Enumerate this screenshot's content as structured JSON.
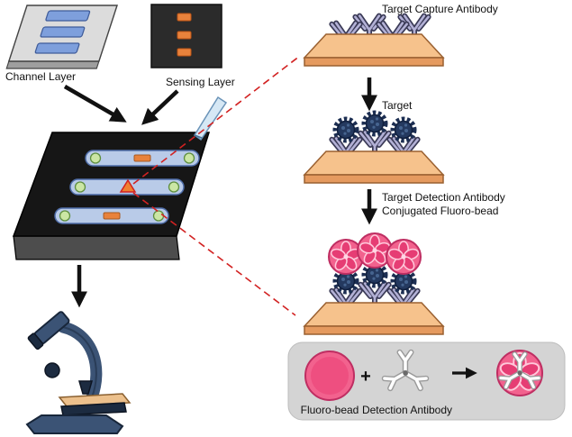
{
  "labels": {
    "channel_layer": "Channel Layer",
    "sensing_layer": "Sensing Layer",
    "target_capture_antibody": "Target Capture Antibody",
    "target": "Target",
    "detection_line1": "Target Detection Antibody",
    "detection_line2": "Conjugated Fluoro-bead",
    "fluoro_bead": "Fluoro-bead",
    "plus": "+",
    "detection_antibody": "Detection Antibody"
  },
  "colors": {
    "plate_top": "#f6c28c",
    "plate_front": "#e59a5f",
    "bead_pink": "#f2628e",
    "bead_edge": "#bf2e62",
    "petal_pink": "#e63d74",
    "target_navy": "#24395f",
    "channel_blue": "#b9cbe8",
    "chip_black": "#161616",
    "slab_gray": "#dcdcdc",
    "sensing_dark": "#2b2b2b",
    "orange": "#e8823c",
    "legend_bg": "#d4d4d4",
    "dashed_red": "#d22222",
    "antibody_lavender": "#b3b1d6"
  }
}
